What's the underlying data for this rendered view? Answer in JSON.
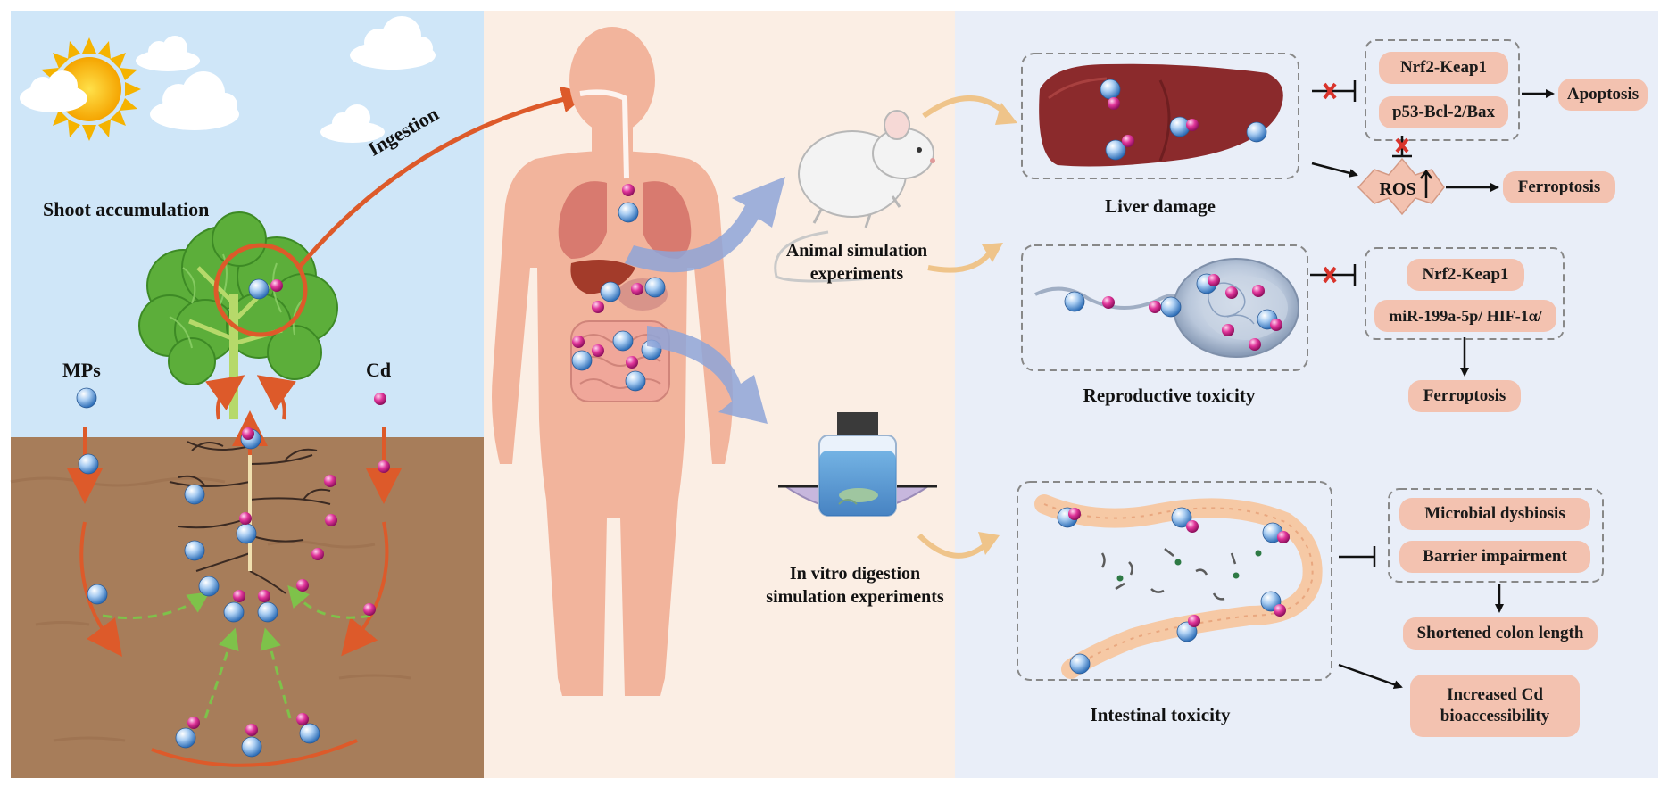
{
  "colors": {
    "sky": "#cfe6f8",
    "soil": "#a77d5a",
    "human_panel": "#fbeee4",
    "right_panel": "#e9eef8",
    "skin": "#f2b49c",
    "pill": "#f3c2b0",
    "liver": "#8b2a2c",
    "arrow_orange": "#dd5a2a",
    "arrow_green": "#7ec24a",
    "arrow_blue": "#8ea4d8",
    "arrow_tan": "#efc48a"
  },
  "left_panel": {
    "shoot_label": "Shoot accumulation",
    "mps_label": "MPs",
    "cd_label": "Cd",
    "ingestion_label": "Ingestion"
  },
  "middle": {
    "animal_label": "Animal simulation experiments",
    "invitro_label": "In vitro digestion simulation experiments"
  },
  "liver": {
    "caption": "Liver damage",
    "pathway1": "Nrf2-Keap1",
    "pathway2": "p53-Bcl-2/Bax",
    "apoptosis": "Apoptosis",
    "ros": "ROS",
    "ferroptosis": "Ferroptosis"
  },
  "reproductive": {
    "caption": "Reproductive toxicity",
    "pathway1": "Nrf2-Keap1",
    "pathway2": "miR-199a-5p/ HIF-1α/",
    "ferroptosis": "Ferroptosis"
  },
  "intestinal": {
    "caption": "Intestinal  toxicity",
    "effect1": "Microbial dysbiosis",
    "effect2": "Barrier impairment",
    "effect3": "Shortened colon length",
    "effect4": "Increased Cd bioaccessibility"
  },
  "icons": [
    "sun-icon",
    "cloud-icon",
    "plant-icon",
    "human-body-icon",
    "mouse-icon",
    "beaker-icon",
    "liver-icon",
    "sperm-icon",
    "intestine-icon",
    "microplastic-particle-icon",
    "cadmium-particle-icon",
    "inhibit-x-icon"
  ]
}
